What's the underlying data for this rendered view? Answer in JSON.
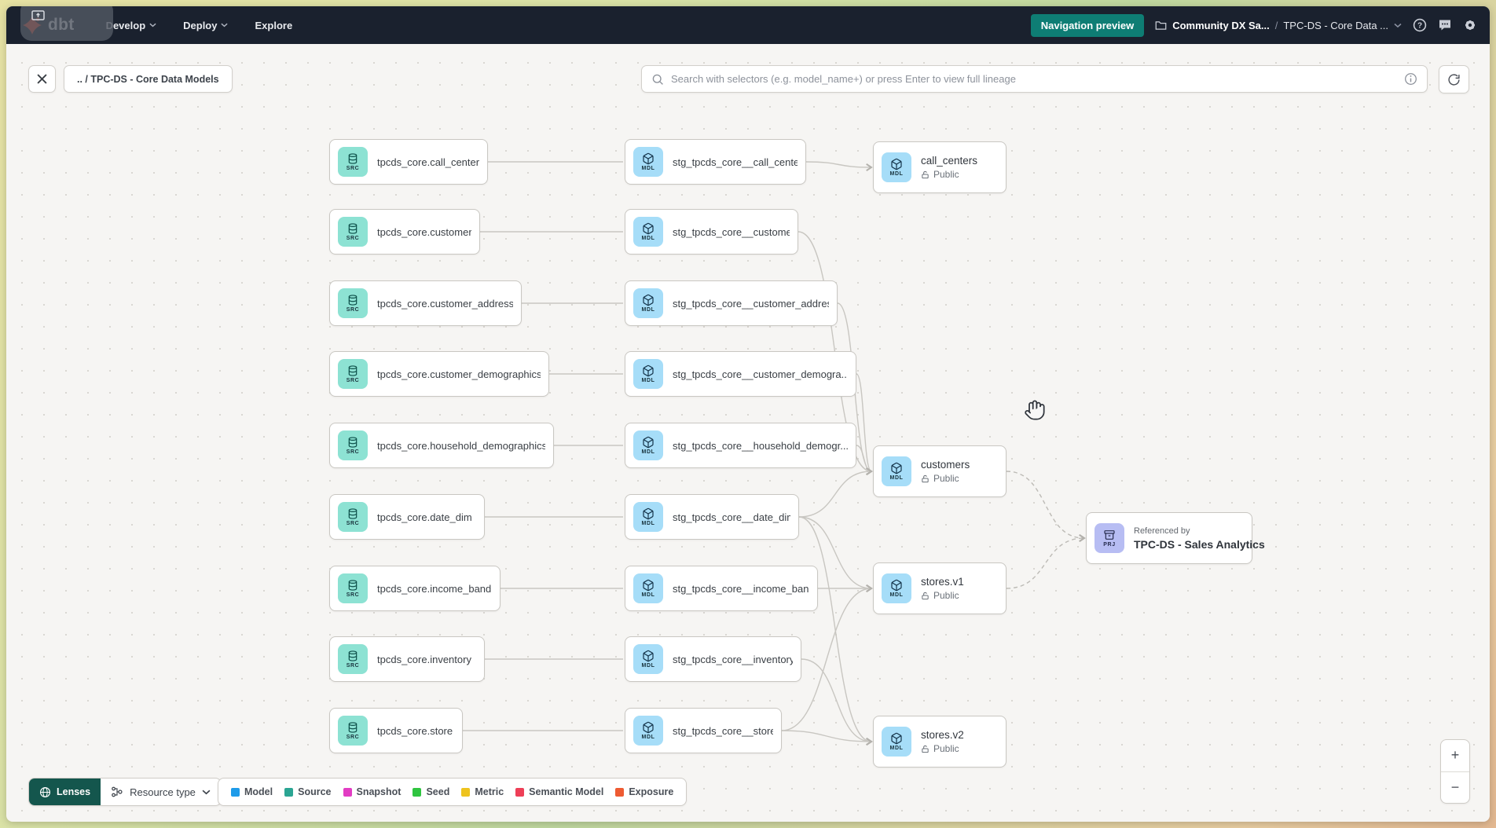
{
  "nav": {
    "logo_text": "dbt",
    "items": [
      {
        "label": "Develop",
        "chevron": true
      },
      {
        "label": "Deploy",
        "chevron": true
      },
      {
        "label": "Explore",
        "chevron": false
      }
    ],
    "preview_button": "Navigation preview",
    "project_name": "Community DX Sa...",
    "separator": "/",
    "environment_name": "TPC-DS - Core Data ..."
  },
  "toolbar": {
    "breadcrumb": ".. / TPC-DS - Core Data Models",
    "search_placeholder": "Search with selectors (e.g. model_name+) or press Enter to view full lineage"
  },
  "graph": {
    "badges": {
      "src": "SRC",
      "mdl": "MDL",
      "prj": "PRJ"
    },
    "access_label": "Public",
    "sources": [
      {
        "id": "src0",
        "label": "tpcds_core.call_center"
      },
      {
        "id": "src1",
        "label": "tpcds_core.customer"
      },
      {
        "id": "src2",
        "label": "tpcds_core.customer_address"
      },
      {
        "id": "src3",
        "label": "tpcds_core.customer_demographics"
      },
      {
        "id": "src4",
        "label": "tpcds_core.household_demographics"
      },
      {
        "id": "src5",
        "label": "tpcds_core.date_dim"
      },
      {
        "id": "src6",
        "label": "tpcds_core.income_band"
      },
      {
        "id": "src7",
        "label": "tpcds_core.inventory"
      },
      {
        "id": "src8",
        "label": "tpcds_core.store"
      }
    ],
    "staging": [
      {
        "id": "stg0",
        "label": "stg_tpcds_core__call_center"
      },
      {
        "id": "stg1",
        "label": "stg_tpcds_core__customer"
      },
      {
        "id": "stg2",
        "label": "stg_tpcds_core__customer_address"
      },
      {
        "id": "stg3",
        "label": "stg_tpcds_core__customer_demogra..."
      },
      {
        "id": "stg4",
        "label": "stg_tpcds_core__household_demogr..."
      },
      {
        "id": "stg5",
        "label": "stg_tpcds_core__date_dim"
      },
      {
        "id": "stg6",
        "label": "stg_tpcds_core__income_band"
      },
      {
        "id": "stg7",
        "label": "stg_tpcds_core__inventory"
      },
      {
        "id": "stg8",
        "label": "stg_tpcds_core__store"
      }
    ],
    "models": [
      {
        "id": "m_cc",
        "label": "call_centers",
        "access": "Public"
      },
      {
        "id": "m_cust",
        "label": "customers",
        "access": "Public"
      },
      {
        "id": "m_s1",
        "label": "stores.v1",
        "access": "Public"
      },
      {
        "id": "m_s2",
        "label": "stores.v2",
        "access": "Public"
      }
    ],
    "project_node": {
      "id": "prj",
      "ref_label": "Referenced by",
      "name": "TPC-DS - Sales Analytics"
    },
    "edges": [
      {
        "from": "src0",
        "to": "stg0"
      },
      {
        "from": "src1",
        "to": "stg1"
      },
      {
        "from": "src2",
        "to": "stg2"
      },
      {
        "from": "src3",
        "to": "stg3"
      },
      {
        "from": "src4",
        "to": "stg4"
      },
      {
        "from": "src5",
        "to": "stg5"
      },
      {
        "from": "src6",
        "to": "stg6"
      },
      {
        "from": "src7",
        "to": "stg7"
      },
      {
        "from": "src8",
        "to": "stg8"
      },
      {
        "from": "stg0",
        "to": "m_cc",
        "arrow": true
      },
      {
        "from": "stg1",
        "to": "m_cust",
        "arrow": true
      },
      {
        "from": "stg2",
        "to": "m_cust",
        "arrow": true
      },
      {
        "from": "stg3",
        "to": "m_cust",
        "arrow": true
      },
      {
        "from": "stg4",
        "to": "m_cust",
        "arrow": true
      },
      {
        "from": "stg5",
        "to": "m_cust",
        "arrow": true
      },
      {
        "from": "stg5",
        "to": "m_s1",
        "arrow": true
      },
      {
        "from": "stg6",
        "to": "m_s1",
        "arrow": true
      },
      {
        "from": "stg8",
        "to": "m_s1",
        "arrow": true
      },
      {
        "from": "stg5",
        "to": "m_s2",
        "arrow": true
      },
      {
        "from": "stg7",
        "to": "m_s2",
        "arrow": true
      },
      {
        "from": "stg8",
        "to": "m_s2",
        "arrow": true
      },
      {
        "from": "m_cust",
        "to": "prj",
        "dashed": true,
        "arrow": true
      },
      {
        "from": "m_s1",
        "to": "prj",
        "dashed": true,
        "arrow": true
      }
    ]
  },
  "legend": {
    "items": [
      {
        "label": "Model",
        "color": "#1e9be9"
      },
      {
        "label": "Source",
        "color": "#2ba593"
      },
      {
        "label": "Snapshot",
        "color": "#e23cc3"
      },
      {
        "label": "Seed",
        "color": "#2fc440"
      },
      {
        "label": "Metric",
        "color": "#eec31e"
      },
      {
        "label": "Semantic Model",
        "color": "#ee3f57"
      },
      {
        "label": "Exposure",
        "color": "#ee5b32"
      }
    ]
  },
  "controls": {
    "lenses_label": "Lenses",
    "resource_type_label": "Resource type",
    "zoom_in": "+",
    "zoom_out": "−"
  },
  "colors": {
    "brand_orange": "#ff4f2e",
    "nav_bg": "#1a212e",
    "teal_button": "#0e7d74",
    "canvas_bg": "#f6f5f3",
    "source_tile": "#8de2d3",
    "model_tile": "#a6ddf8",
    "project_tile": "#b7bdf3",
    "lenses_bg": "#14564d"
  }
}
